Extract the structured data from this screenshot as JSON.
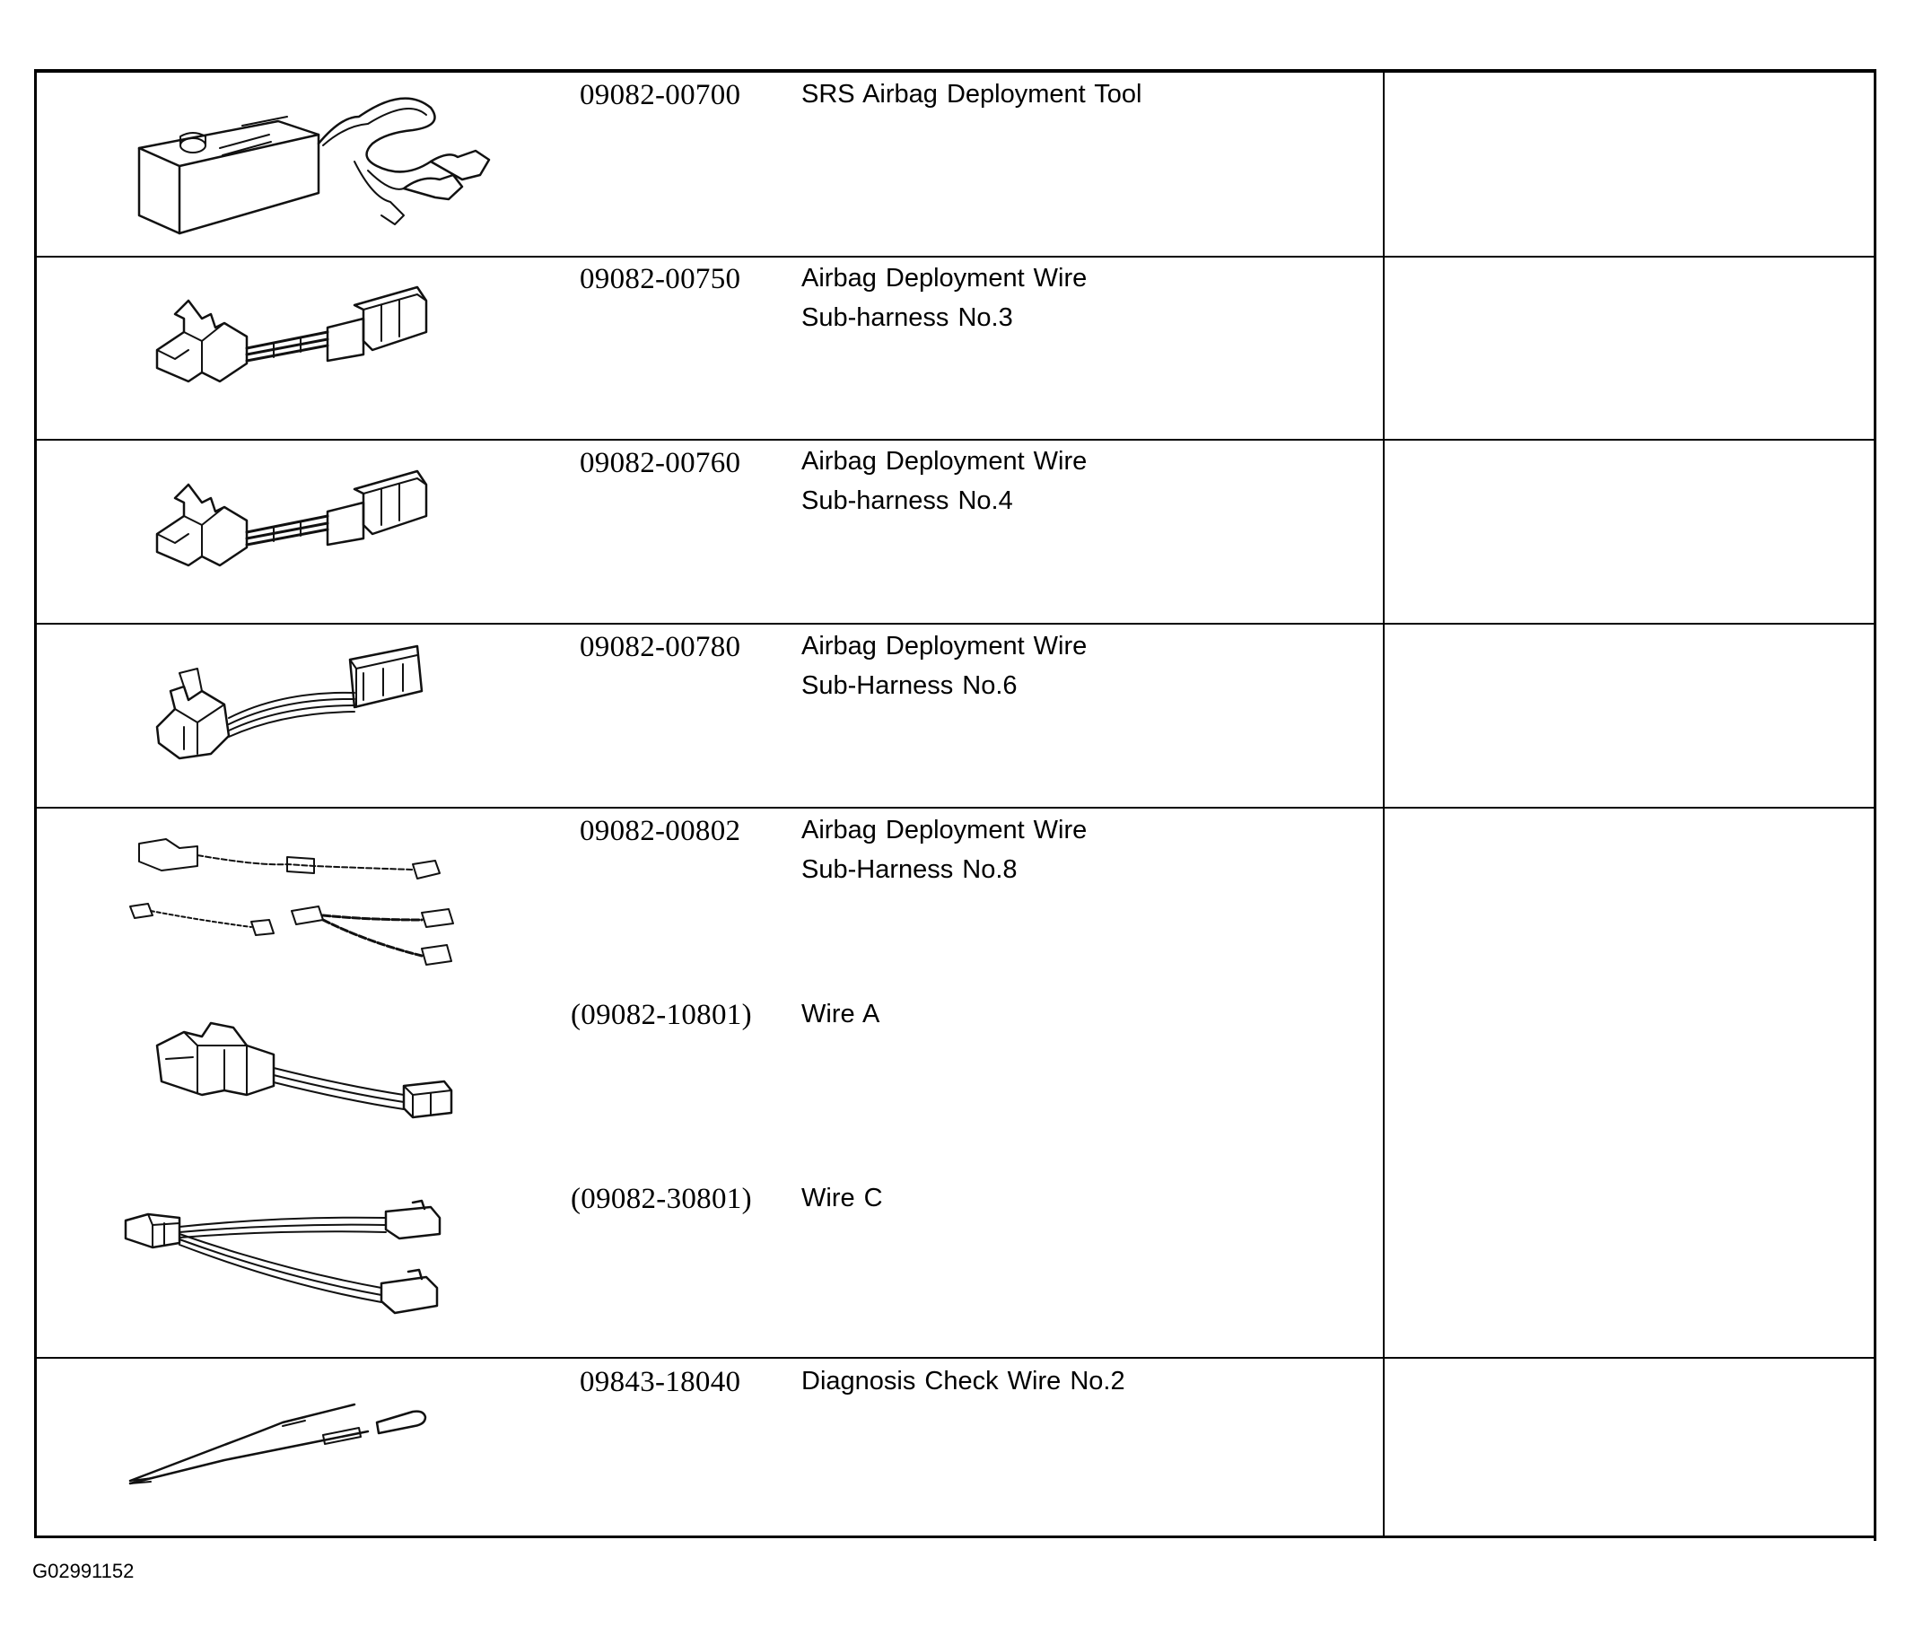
{
  "rows": [
    {
      "part_number": "09082-00700",
      "description": [
        "SRS Airbag Deployment Tool"
      ]
    },
    {
      "part_number": "09082-00750",
      "description": [
        "Airbag Deployment Wire",
        "Sub-harness  No.3"
      ]
    },
    {
      "part_number": "09082-00760",
      "description": [
        "Airbag Deployment Wire",
        "Sub-harness  No.4"
      ]
    },
    {
      "part_number": "09082-00780",
      "description": [
        "Airbag Deployment Wire",
        "Sub-Harness  No.6"
      ]
    },
    {
      "part_number": "09082-00802",
      "description": [
        "Airbag Deployment Wire",
        "Sub-Harness  No.8"
      ],
      "sub_items": [
        {
          "part_number": "(09082-10801)",
          "description": "Wire A"
        },
        {
          "part_number": "(09082-30801)",
          "description": "Wire C"
        }
      ]
    },
    {
      "part_number": "09843-18040",
      "description": [
        "Diagnosis Check Wire No.2"
      ]
    }
  ],
  "illustrations": [
    "deployment-tool-icon",
    "sub-harness-no3-icon",
    "sub-harness-no4-icon",
    "sub-harness-no6-icon",
    "sub-harness-no8-set-icon",
    "wire-a-icon",
    "wire-c-icon",
    "diagnosis-check-wire-icon"
  ],
  "figure_id": "G02991152"
}
